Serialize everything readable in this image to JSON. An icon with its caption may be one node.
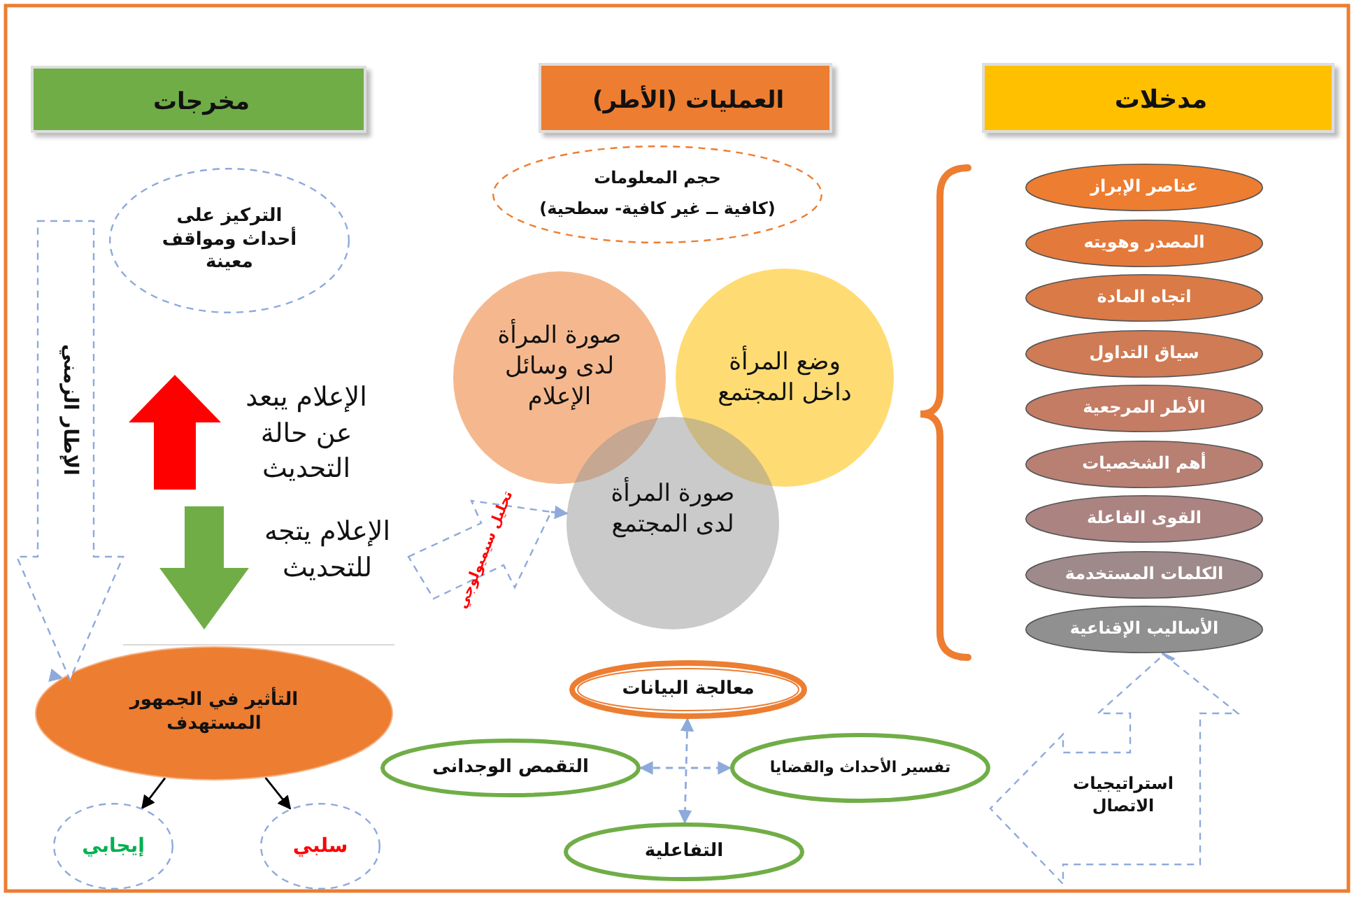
{
  "diagram": {
    "nodes": [
      {
        "text": [
          "مخرجات"
        ]
      },
      {
        "text": [
          "العمليات (الأطر)"
        ]
      },
      {
        "text": [
          "مدخلات"
        ]
      },
      {
        "text": [
          "حجم المعلومات",
          "(كافية ــ غير كافية- سطحية)"
        ]
      },
      {
        "text": [
          "صورة المرأة لدى وسائل الإعلام"
        ]
      },
      {
        "text": [
          "وضع المرأة داخل المجتمع"
        ]
      },
      {
        "text": [
          "صورة المرأة لدى المجتمع"
        ]
      },
      {
        "text": [
          "عناصر الإبراز"
        ]
      },
      {
        "text": [
          "المصدر وهويته"
        ]
      },
      {
        "text": [
          "اتجاه المادة"
        ]
      },
      {
        "text": [
          "سياق التداول"
        ]
      },
      {
        "text": [
          "الأطر المرجعية"
        ]
      },
      {
        "text": [
          "أهم الشخصيات"
        ]
      },
      {
        "text": [
          "القوى الفاعلة"
        ]
      },
      {
        "text": [
          "الكلمات المستخدمة"
        ]
      },
      {
        "text": [
          "الأساليب الإقناعية"
        ]
      },
      {
        "text": [
          "التركيز على أحداث ومواقف معينة"
        ]
      },
      {
        "text": [
          "التأثير في الجمهور المستهدف"
        ]
      },
      {
        "text": [
          "إيجابي"
        ]
      },
      {
        "text": [
          "سلبي"
        ]
      },
      {
        "text": [
          "معالجة البيانات"
        ]
      },
      {
        "text": [
          "التقمص الوجدانى"
        ]
      },
      {
        "text": [
          "تفسير الأحداث والقضايا"
        ]
      },
      {
        "text": [
          "التفاعلية"
        ]
      },
      {
        "text": [
          "الإطار الزمني"
        ]
      },
      {
        "text": [
          "تحليل سيميولوجي"
        ]
      },
      {
        "text": [
          "استراتيجيات الاتصال"
        ]
      }
    ],
    "edges": [
      {
        "from": 17,
        "to": 18,
        "arrow": "to",
        "color": "#000000"
      },
      {
        "from": 17,
        "to": 19,
        "arrow": "to",
        "color": "#000000"
      },
      {
        "from": 20,
        "to": 23,
        "arrow": "both",
        "style": "dashed"
      },
      {
        "from": 21,
        "to": 22,
        "arrow": "both",
        "style": "dashed"
      },
      {
        "from": 24,
        "to": 17,
        "arrow": "to",
        "style": "dashed"
      },
      {
        "from": 25,
        "to": 6,
        "arrow": "to",
        "style": "dashed"
      },
      {
        "from": 26,
        "to": 15,
        "arrow": "to",
        "style": "dashed"
      }
    ],
    "labels": [
      "الإعلام يبعد عن حالة التحديث",
      "الإعلام يتجه للتحديث"
    ]
  }
}
